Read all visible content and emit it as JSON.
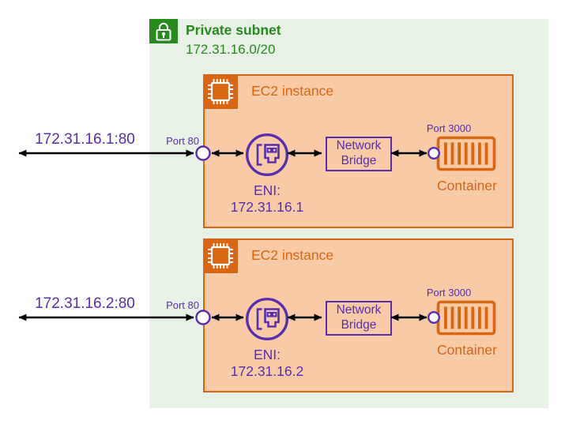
{
  "diagram": {
    "subnet": {
      "label": "Private subnet",
      "cidr": "172.31.16.0/20"
    },
    "instances": [
      {
        "title": "EC2 instance",
        "external_endpoint": "172.31.16.1:80",
        "eni_port_label": "Port 80",
        "eni_label": "ENI:",
        "eni_ip": "172.31.16.1",
        "bridge_label": "Network Bridge",
        "container_port_label": "Port 3000",
        "container_label": "Container"
      },
      {
        "title": "EC2 instance",
        "external_endpoint": "172.31.16.2:80",
        "eni_port_label": "Port 80",
        "eni_label": "ENI:",
        "eni_ip": "172.31.16.2",
        "bridge_label": "Network Bridge",
        "container_port_label": "Port 3000",
        "container_label": "Container"
      }
    ],
    "icons": {
      "lock": "lock-icon (white padlock on green square)",
      "ec2_chip": "chip-icon (white CPU chip on orange square)",
      "eni": "network-interface-icon (purple NIC in circle)",
      "container": "container-icon (orange box with vertical slats)",
      "port_circle": "port-connection-circle",
      "arrows": "double-headed black arrows"
    },
    "colors": {
      "green": "#278A1D",
      "green_bg": "#E8F1E6",
      "orange": "#D86613",
      "orange_bg": "#F8CBA6",
      "purple": "#5A2CB0",
      "arrow_black": "#000000",
      "port_circle_fill": "#FFFFFF"
    }
  }
}
